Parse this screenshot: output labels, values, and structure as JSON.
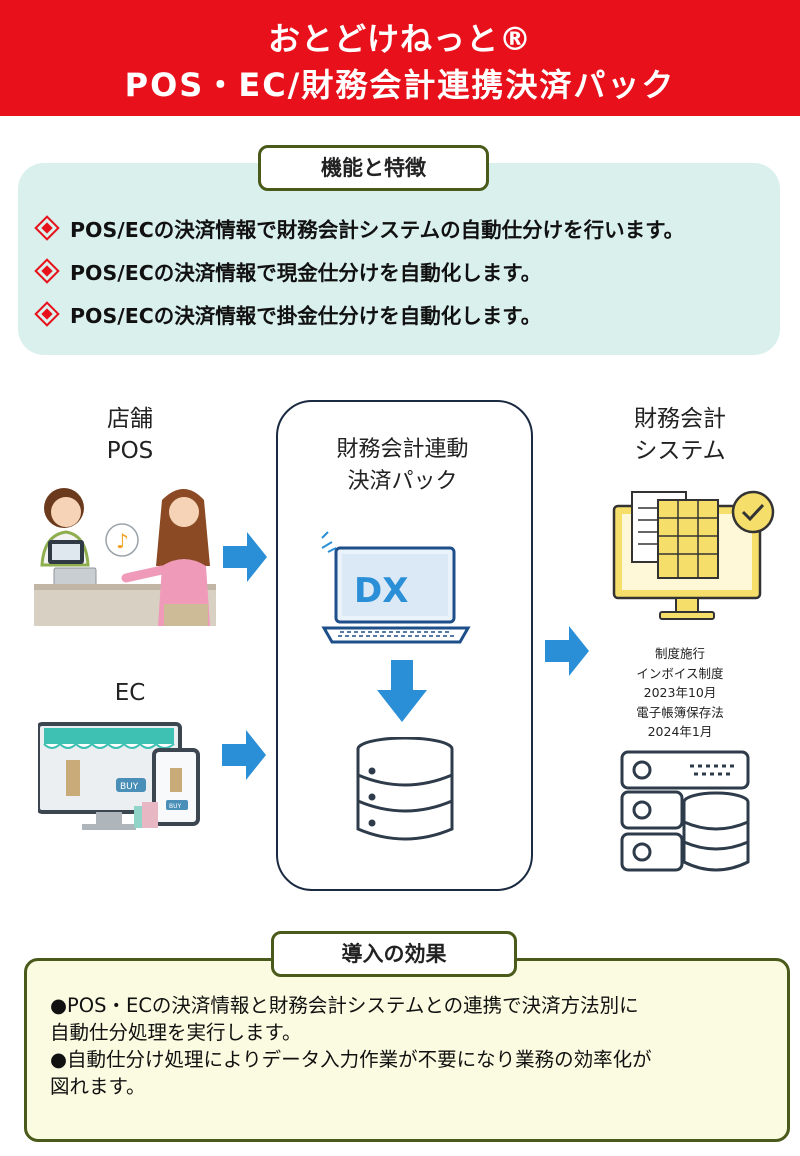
{
  "header": {
    "title_line1": "おとどけねっと®",
    "title_line2": "POS・EC/財務会計連携決済パック"
  },
  "features": {
    "heading": "機能と特徴",
    "items": [
      "POS/ECの決済情報で財務会計システムの自動仕分けを行います。",
      "POS/ECの決済情報で現金仕分けを自動化します。",
      "POS/ECの決済情報で掛金仕分けを自動化します。"
    ]
  },
  "diagram": {
    "pos_label": [
      "店舗",
      "POS"
    ],
    "ec_label": "EC",
    "center_label": [
      "財務会計連動",
      "決済パック"
    ],
    "dx_text": "DX",
    "buy_text": "BUY",
    "accounting_label": [
      "財務会計",
      "システム"
    ],
    "notes": [
      "制度施行",
      "インボイス制度",
      "2023年10月",
      "電子帳簿保存法",
      "2024年1月"
    ]
  },
  "effects": {
    "heading": "導入の効果",
    "lines": [
      "●POS・ECの決済情報と財務会計システムとの連携で決済方法別に",
      "自動仕分処理を実行します。",
      "●自動仕分け処理によりデータ入力作業が不要になり業務の効率化が",
      "図れます。"
    ]
  },
  "colors": {
    "header_red": "#e8111b",
    "feature_bg": "#d9f0ec",
    "effect_bg": "#fafbe0",
    "border_olive": "#4a5a1a",
    "arrow_blue": "#2a8fd6",
    "accent_yellow": "#f5de6a"
  }
}
